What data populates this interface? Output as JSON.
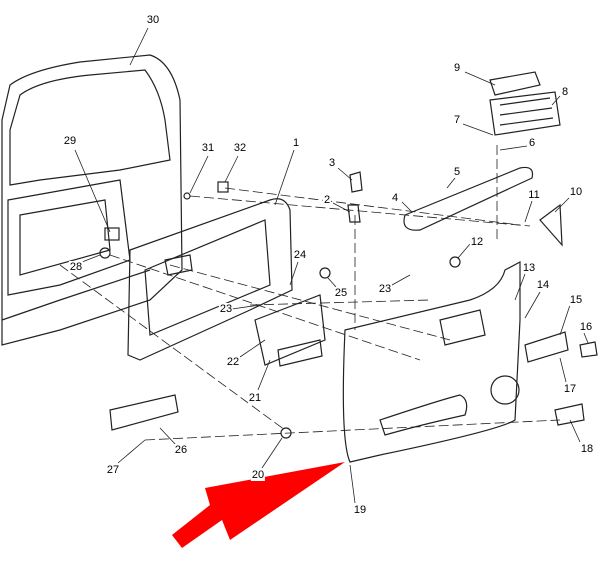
{
  "diagram": {
    "callouts": [
      "30",
      "29",
      "31",
      "32",
      "1",
      "3",
      "2",
      "9",
      "8",
      "7",
      "6",
      "5",
      "4",
      "11",
      "10",
      "12",
      "13",
      "14",
      "15",
      "16",
      "17",
      "18",
      "19",
      "20",
      "21",
      "22",
      "23",
      "23",
      "24",
      "25",
      "26",
      "27",
      "28"
    ],
    "arrow_color": "#ff0000"
  }
}
